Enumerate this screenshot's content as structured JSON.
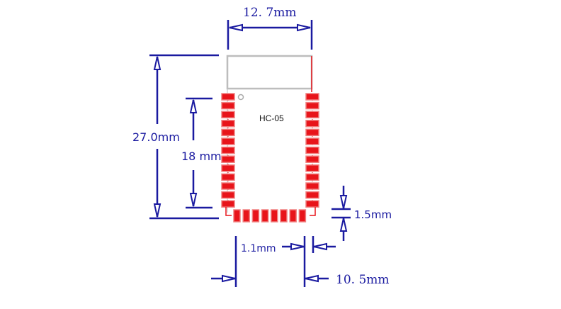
{
  "module": {
    "label": "HC-05",
    "pads_per_side": 13,
    "bottom_pads": 8,
    "colors": {
      "dimension": "#1a1aa0",
      "pad": "#e8141a",
      "pad_border": "#f08080",
      "outline": "#bdbdbd",
      "background": "#ffffff"
    }
  },
  "dimensions": {
    "width_top": "12. 7mm",
    "height_total": "27.0mm",
    "pad_span": "18 mm",
    "pad_pitch_vertical": "1.5mm",
    "pad_pitch_horizontal": "1.1mm",
    "bottom_width": "10. 5mm"
  }
}
